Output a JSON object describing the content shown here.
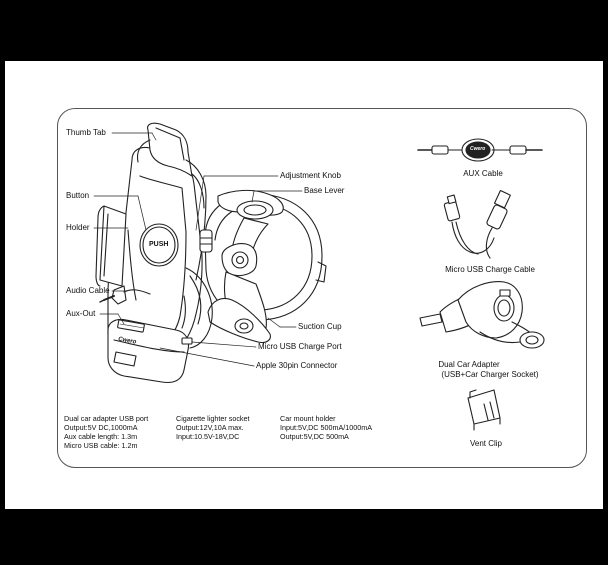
{
  "main_device_callouts": {
    "thumb_tab": "Thumb Tab",
    "button": "Button",
    "holder": "Holder",
    "audio_cable": "Audio Cable",
    "aux_out": "Aux-Out",
    "adjustment_knob": "Adjustment Knob",
    "base_lever": "Base Lever",
    "suction_cup": "Suction Cup",
    "micro_usb_charge_port": "Micro USB Charge Port",
    "apple_connector": "Apple 30pin Connector",
    "push_button_text": "PUSH",
    "brand_text": "Cwero"
  },
  "accessories": {
    "aux_cable": "AUX Cable",
    "micro_usb_cable": "Micro USB Charge Cable",
    "dual_adapter_line1": "Dual Car Adapter",
    "dual_adapter_line2": "(USB+Car Charger Socket)",
    "vent_clip": "Vent Clip",
    "reel_brand": "Cwero"
  },
  "specs": {
    "col1": [
      "Dual car adapter USB port",
      "Output:5V DC,1000mA",
      "Aux cable length: 1.3m",
      "Micro USB cable: 1.2m"
    ],
    "col2": [
      "Cigarette lighter socket",
      "Output:12V,10A max.",
      "Input:10.5V-18V,DC"
    ],
    "col3": [
      "Car mount holder",
      "Input:5V,DC 500mA/1000mA",
      "Output:5V,DC 500mA"
    ]
  },
  "colors": {
    "frame": "#000000",
    "sheet": "#ffffff",
    "line": "#222222"
  }
}
